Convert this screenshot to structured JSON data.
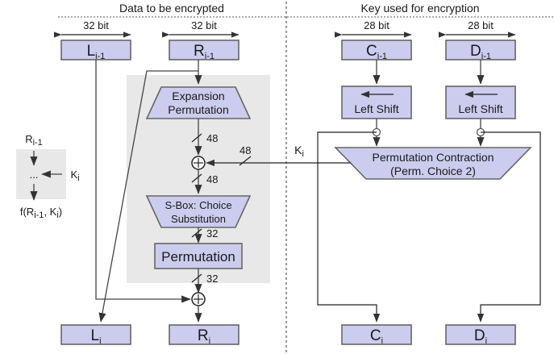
{
  "headers": {
    "left": "Data to be encrypted",
    "right": "Key used for encryption"
  },
  "dimensions": {
    "l_prev": "32 bit",
    "r_prev": "32 bit",
    "c_prev": "28 bit",
    "d_prev": "28 bit"
  },
  "top_registers": {
    "l_prev": {
      "main": "L",
      "sub": "i-1"
    },
    "r_prev": {
      "main": "R",
      "sub": "i-1"
    },
    "c_prev": {
      "main": "C",
      "sub": "i-1"
    },
    "d_prev": {
      "main": "D",
      "sub": "i-1"
    }
  },
  "bottom_registers": {
    "l_next": {
      "main": "L",
      "sub": "i"
    },
    "r_next": {
      "main": "R",
      "sub": "i"
    },
    "c_next": {
      "main": "C",
      "sub": "i"
    },
    "d_next": {
      "main": "D",
      "sub": "i"
    }
  },
  "blocks": {
    "expansion": {
      "line1": "Expansion",
      "line2": "Permutation"
    },
    "sbox": {
      "line1": "S-Box: Choice",
      "line2": "Substitution"
    },
    "permutation": "Permutation",
    "left_shift_c": "Left Shift",
    "left_shift_d": "Left Shift",
    "perm_contraction": {
      "line1": "Permutation Contraction",
      "line2": "(Perm. Choice 2)"
    }
  },
  "bit_labels": {
    "expansion_out": "48",
    "key_in": "48",
    "xor_out": "48",
    "sbox_out": "32",
    "perm_out": "32"
  },
  "key_label": {
    "main": "K",
    "sub": "i"
  },
  "legend": {
    "input": {
      "main": "R",
      "sub": "i-1"
    },
    "dots": "...",
    "key": {
      "main": "K",
      "sub": "i"
    },
    "output_prefix": "f(R",
    "output_sub1": "i-1",
    "output_mid": ", K",
    "output_sub2": "i",
    "output_suffix": ")"
  },
  "colors": {
    "block_fill": "#ccccee",
    "block_stroke": "#666666",
    "region_fill": "#e8e8e8",
    "line": "#444444"
  }
}
